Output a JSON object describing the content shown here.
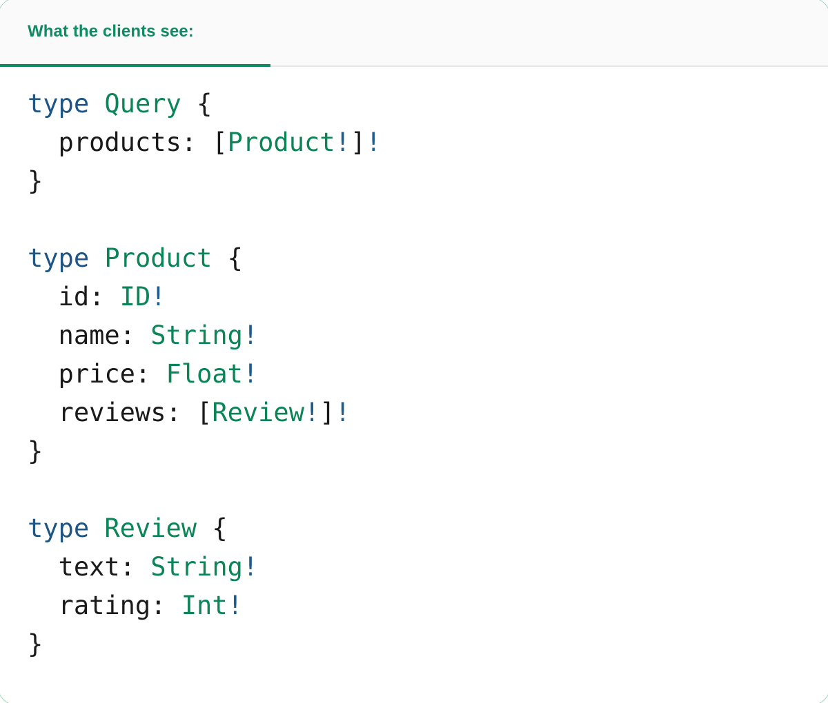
{
  "card": {
    "border_color": "#9fd3bb",
    "background": "#ffffff"
  },
  "header": {
    "tab_label": "What the clients see:",
    "accent_color": "#0f8a63",
    "background": "#fafafa",
    "divider_color": "#e6e6e6"
  },
  "colors": {
    "keyword": "#1f5582",
    "type_name": "#0b8457",
    "bang": "#1f5c8c",
    "punctuation": "#1a1a1a",
    "field": "#1a1a1a"
  },
  "code": {
    "language": "graphql",
    "text": "type Query {\n  products: [Product!]!\n}\n\ntype Product {\n  id: ID!\n  name: String!\n  price: Float!\n  reviews: [Review!]!\n}\n\ntype Review {\n  text: String!\n  rating: Int!\n}",
    "lines": [
      {
        "id": "l1",
        "tokens": [
          {
            "t": "type",
            "c": "kw"
          },
          {
            "t": " ",
            "c": "punct"
          },
          {
            "t": "Query",
            "c": "type"
          },
          {
            "t": " ",
            "c": "punct"
          },
          {
            "t": "{",
            "c": "punct"
          }
        ]
      },
      {
        "id": "l2",
        "tokens": [
          {
            "t": "  products:",
            "c": "field"
          },
          {
            "t": " ",
            "c": "punct"
          },
          {
            "t": "[",
            "c": "punct"
          },
          {
            "t": "Product",
            "c": "type"
          },
          {
            "t": "!",
            "c": "bang"
          },
          {
            "t": "]",
            "c": "punct"
          },
          {
            "t": "!",
            "c": "bang"
          }
        ]
      },
      {
        "id": "l3",
        "tokens": [
          {
            "t": "}",
            "c": "punct"
          }
        ]
      },
      {
        "id": "l4",
        "tokens": []
      },
      {
        "id": "l5",
        "tokens": [
          {
            "t": "type",
            "c": "kw"
          },
          {
            "t": " ",
            "c": "punct"
          },
          {
            "t": "Product",
            "c": "type"
          },
          {
            "t": " ",
            "c": "punct"
          },
          {
            "t": "{",
            "c": "punct"
          }
        ]
      },
      {
        "id": "l6",
        "tokens": [
          {
            "t": "  id:",
            "c": "field"
          },
          {
            "t": " ",
            "c": "punct"
          },
          {
            "t": "ID",
            "c": "type"
          },
          {
            "t": "!",
            "c": "bang"
          }
        ]
      },
      {
        "id": "l7",
        "tokens": [
          {
            "t": "  name:",
            "c": "field"
          },
          {
            "t": " ",
            "c": "punct"
          },
          {
            "t": "String",
            "c": "type"
          },
          {
            "t": "!",
            "c": "bang"
          }
        ]
      },
      {
        "id": "l8",
        "tokens": [
          {
            "t": "  price:",
            "c": "field"
          },
          {
            "t": " ",
            "c": "punct"
          },
          {
            "t": "Float",
            "c": "type"
          },
          {
            "t": "!",
            "c": "bang"
          }
        ]
      },
      {
        "id": "l9",
        "tokens": [
          {
            "t": "  reviews:",
            "c": "field"
          },
          {
            "t": " ",
            "c": "punct"
          },
          {
            "t": "[",
            "c": "punct"
          },
          {
            "t": "Review",
            "c": "type"
          },
          {
            "t": "!",
            "c": "bang"
          },
          {
            "t": "]",
            "c": "punct"
          },
          {
            "t": "!",
            "c": "bang"
          }
        ]
      },
      {
        "id": "l10",
        "tokens": [
          {
            "t": "}",
            "c": "punct"
          }
        ]
      },
      {
        "id": "l11",
        "tokens": []
      },
      {
        "id": "l12",
        "tokens": [
          {
            "t": "type",
            "c": "kw"
          },
          {
            "t": " ",
            "c": "punct"
          },
          {
            "t": "Review",
            "c": "type"
          },
          {
            "t": " ",
            "c": "punct"
          },
          {
            "t": "{",
            "c": "punct"
          }
        ]
      },
      {
        "id": "l13",
        "tokens": [
          {
            "t": "  text:",
            "c": "field"
          },
          {
            "t": " ",
            "c": "punct"
          },
          {
            "t": "String",
            "c": "type"
          },
          {
            "t": "!",
            "c": "bang"
          }
        ]
      },
      {
        "id": "l14",
        "tokens": [
          {
            "t": "  rating:",
            "c": "field"
          },
          {
            "t": " ",
            "c": "punct"
          },
          {
            "t": "Int",
            "c": "type"
          },
          {
            "t": "!",
            "c": "bang"
          }
        ]
      },
      {
        "id": "l15",
        "tokens": [
          {
            "t": "}",
            "c": "punct"
          }
        ]
      }
    ]
  }
}
